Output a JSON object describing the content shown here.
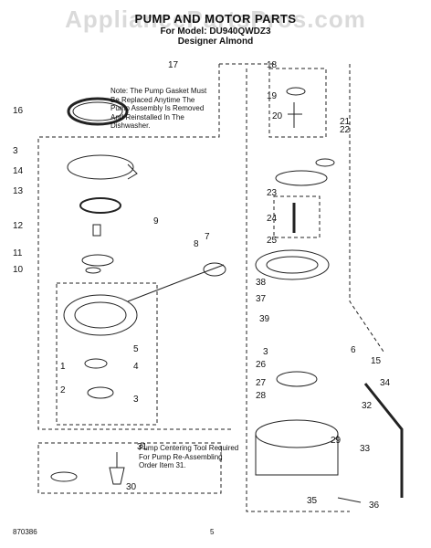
{
  "header": {
    "title": "PUMP AND MOTOR PARTS",
    "model": "For Model: DU940QWDZ3",
    "color": "Designer Almond"
  },
  "watermark": "AppliancePartsPros.com",
  "notes": {
    "gasket": "Note: The Pump Gasket Must Be Replaced Anytime The Pump Assembly Is Removed And Reinstalled In The Dishwasher.",
    "tool": "Pump Centering Tool Required For Pump Re-Assembling Order Item 31."
  },
  "callouts": [
    "17",
    "16",
    "3",
    "14",
    "13",
    "12",
    "11",
    "10",
    "9",
    "8",
    "7",
    "1",
    "2",
    "5",
    "4",
    "3",
    "31",
    "30",
    "18",
    "19",
    "20",
    "21",
    "22",
    "23",
    "24",
    "25",
    "38",
    "37",
    "39",
    "3",
    "26",
    "27",
    "28",
    "6",
    "15",
    "34",
    "32",
    "33",
    "29",
    "35",
    "36"
  ],
  "footer": {
    "code": "870386",
    "page": "5"
  }
}
